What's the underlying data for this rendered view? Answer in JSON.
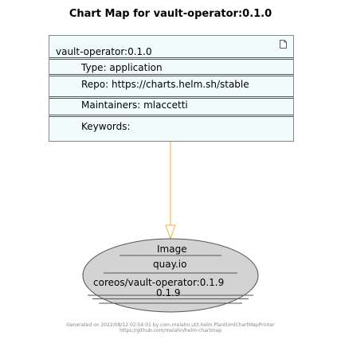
{
  "title": "Chart Map for vault-operator:0.1.0",
  "chart": {
    "name": "vault-operator:0.1.0",
    "type": "Type: application",
    "repo": "Repo: https://charts.helm.sh/stable",
    "maintainers": "Maintainers: mlaccetti",
    "keywords": "Keywords:"
  },
  "image": {
    "header": "Image",
    "registry": "quay.io",
    "name": "coreos/vault-operator:0.1.9",
    "tag": "0.1.9"
  },
  "footer": {
    "line1": "Generated on 2022/08/12 02:54:01 by com.melahn.util.helm.PlantUmlChartMapPrinter",
    "line2": "https://github.com/melahn/helm-chartmap"
  },
  "colors": {
    "chart_fill": "#f1fbfb",
    "image_fill": "#d3d3d3",
    "arrow": "#f2b035",
    "border": "#555555"
  }
}
